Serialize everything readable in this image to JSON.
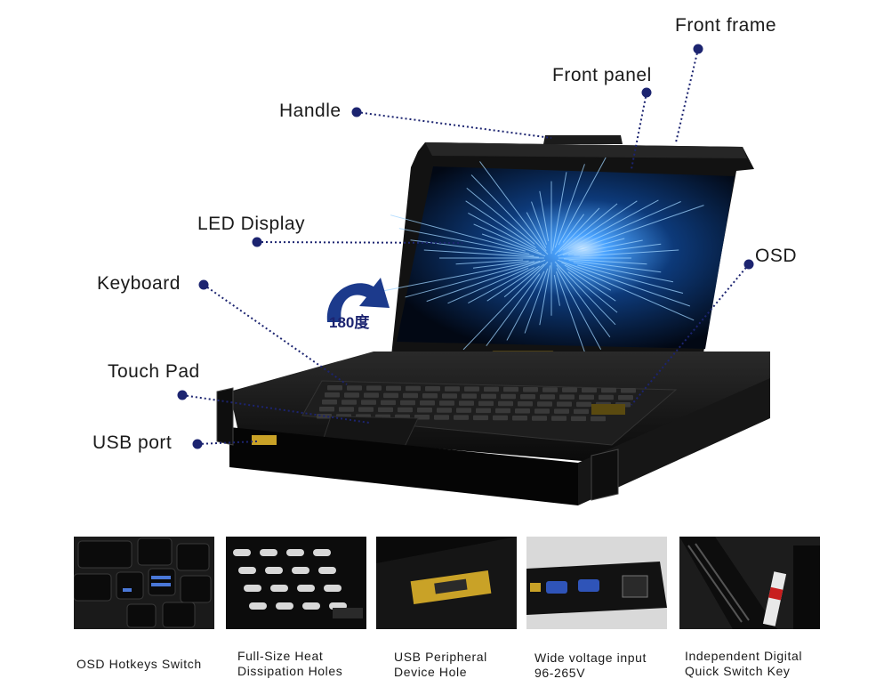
{
  "callouts": {
    "front_frame": "Front frame",
    "front_panel": "Front panel",
    "handle": "Handle",
    "led_display": "LED Display",
    "osd": "OSD",
    "keyboard": "Keyboard",
    "touch_pad": "Touch Pad",
    "usb_port": "USB port"
  },
  "rotation_label": "180度",
  "features": [
    {
      "caption": "OSD Hotkeys Switch",
      "icon": "keyboard-closeup-icon"
    },
    {
      "caption": "Full-Size Heat\nDissipation Holes",
      "icon": "vent-holes-icon"
    },
    {
      "caption": "USB Peripheral\nDevice Hole",
      "icon": "usb-port-icon"
    },
    {
      "caption": "Wide voltage input\n96-265V",
      "icon": "rear-ports-icon"
    },
    {
      "caption": "Independent Digital\nQuick Switch Key",
      "icon": "switch-key-icon"
    }
  ],
  "colors": {
    "dot": "#1c2470",
    "arrow": "#1c3a8c",
    "chassis": "#0c0c0c",
    "accent_gold": "#c9a227"
  }
}
